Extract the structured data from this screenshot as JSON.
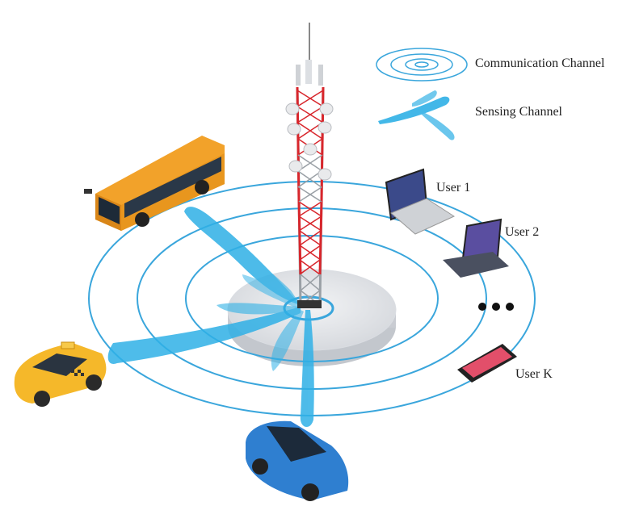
{
  "legend": {
    "communication_label": "Communication Channel",
    "sensing_label": "Sensing Channel"
  },
  "users": [
    {
      "label": "User 1"
    },
    {
      "label": "User 2"
    },
    {
      "label": "User K"
    }
  ],
  "colors": {
    "ring": "#3aa6dc",
    "beam": "#2fb0e6",
    "tower_red": "#d8262c",
    "bus": "#f2a22a",
    "taxi": "#f5b82a",
    "car": "#2f7fd0"
  }
}
